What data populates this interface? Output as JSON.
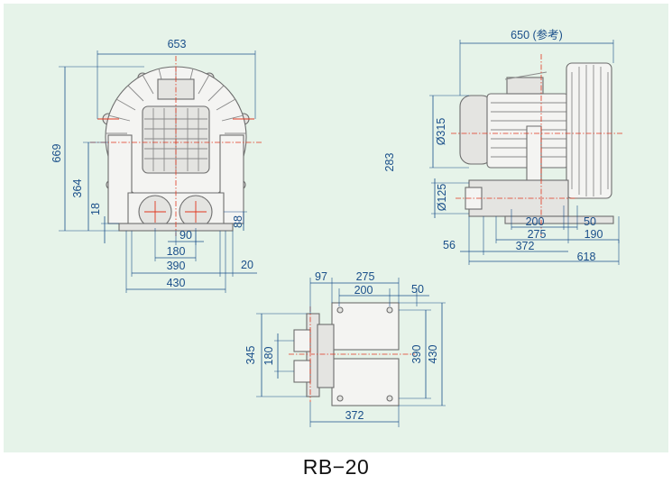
{
  "model_caption": "RB−20",
  "colors": {
    "panel_background": "#e6f3e9",
    "dimension_color": "#1a4f8a",
    "centerline_color": "#e0361f",
    "outline_color": "#6d6d6d"
  },
  "front_view": {
    "width_top": "653",
    "height_total": "669",
    "height_center": "364",
    "base_thickness": "18",
    "outlet_height": "88",
    "port_spacing": "90",
    "span_180": "180",
    "span_390": "390",
    "offset_20": "20",
    "span_430": "430"
  },
  "side_view": {
    "overall_length": "650 (参考)",
    "motor_diameter": "Ø315",
    "center_height": "283",
    "port_diameter": "Ø125",
    "dim_200": "200",
    "dim_50": "50",
    "dim_275": "275",
    "dim_190": "190",
    "dim_56": "56",
    "dim_372": "372",
    "dim_618": "618"
  },
  "top_view": {
    "dim_97": "97",
    "dim_275": "275",
    "dim_200": "200",
    "dim_50": "50",
    "dim_345": "345",
    "dim_180": "180",
    "dim_390": "390",
    "dim_430": "430",
    "dim_372": "372"
  }
}
